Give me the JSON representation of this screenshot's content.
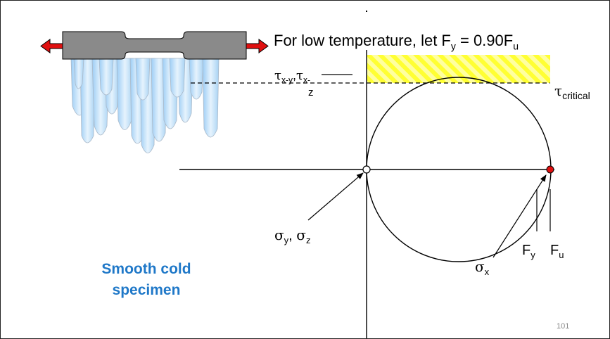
{
  "title": {
    "prefix": "For low temperature, let F",
    "sub1": "y",
    "middle": " = 0.90F",
    "sub2": "u"
  },
  "tau_left": {
    "line1": "τx-y,τx-",
    "symbol": "τ",
    "sub_a": "x-y",
    "sep": ",",
    "sub_b": "x-",
    "line2": "z"
  },
  "tau_critical": {
    "symbol": "τ",
    "sub": "critical"
  },
  "sigma_yz": {
    "sym1": "σ",
    "sub1": "y",
    "sep": ", ",
    "sym2": "σ",
    "sub2": "z"
  },
  "f_y": {
    "base": "F",
    "sub": "y"
  },
  "f_u": {
    "base": "F",
    "sub": "u"
  },
  "sigma_x": {
    "sym": "σ",
    "sub": "x"
  },
  "caption": "Smooth cold specimen",
  "page_number": "101",
  "colors": {
    "caption": "#1F78C8",
    "hatch": "#FFFF33",
    "arrow": "#E01010",
    "point_fu": "#E01010",
    "specimen": "#8A8A8A",
    "icicle": "#BFE0FA"
  }
}
